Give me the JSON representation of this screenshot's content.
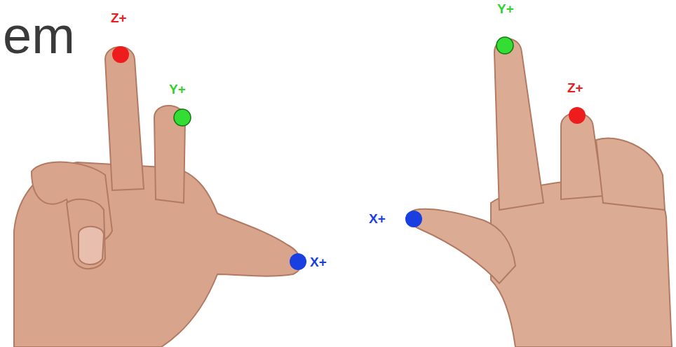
{
  "diagram": {
    "labels": [
      "em",
      "Z+",
      "Y+",
      "X+",
      "Y+",
      "Z+",
      "X+"
    ]
  }
}
